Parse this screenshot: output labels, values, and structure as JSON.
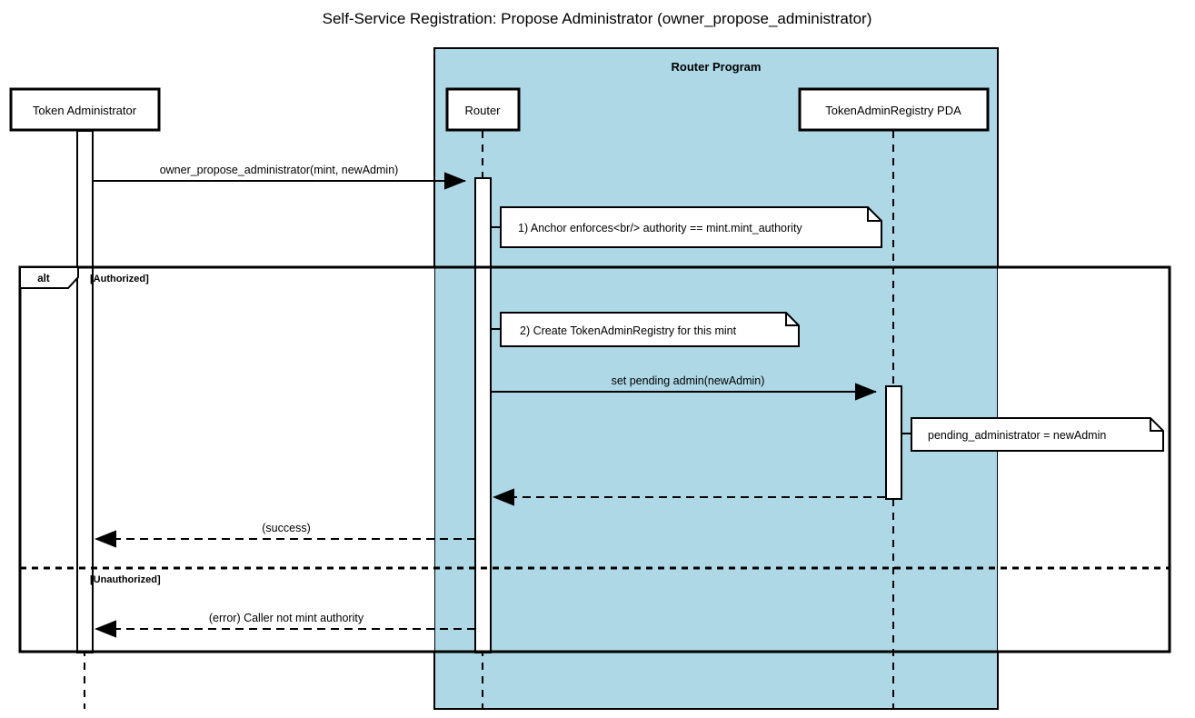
{
  "diagram": {
    "kind": "sequence-diagram",
    "title": "Self-Service Registration: Propose Administrator (owner_propose_administrator)",
    "colors": {
      "group_fill": "#aed8e6",
      "stroke": "#000000",
      "note_fill": "#ffffff",
      "participant_fill": "#ffffff",
      "page_background": "#ffffff"
    },
    "group_box": {
      "title": "Router Program",
      "fill": "#aed8e6"
    },
    "participants": [
      {
        "id": "tokenadmin",
        "label": "Token Administrator",
        "in_group": false
      },
      {
        "id": "router",
        "label": "Router",
        "in_group": true
      },
      {
        "id": "pda",
        "label": "TokenAdminRegistry PDA",
        "in_group": true
      }
    ],
    "messages": [
      {
        "id": "m1",
        "label": "owner_propose_administrator(mint, newAdmin)",
        "from": "tokenadmin",
        "to": "router",
        "style": "solid",
        "arrow": "filled"
      },
      {
        "id": "m2",
        "label": "set pending admin(newAdmin)",
        "from": "router",
        "to": "pda",
        "style": "solid",
        "arrow": "filled"
      },
      {
        "id": "m3",
        "label": "",
        "from": "pda",
        "to": "router",
        "style": "dashed",
        "arrow": "filled"
      },
      {
        "id": "m4",
        "label": "(success)",
        "from": "router",
        "to": "tokenadmin",
        "style": "dashed",
        "arrow": "filled"
      },
      {
        "id": "m5",
        "label": "(error) Caller not mint authority",
        "from": "router",
        "to": "tokenadmin",
        "style": "dashed",
        "arrow": "filled"
      }
    ],
    "notes": [
      {
        "id": "n1",
        "text": "1) Anchor enforces<br/> authority == mint.mint_authority",
        "anchor": "router",
        "side": "right"
      },
      {
        "id": "n2",
        "text": "2) Create TokenAdminRegistry for this mint",
        "anchor": "router",
        "side": "right"
      },
      {
        "id": "n3",
        "text": "pending_administrator = newAdmin",
        "anchor": "pda",
        "side": "right"
      }
    ],
    "fragment": {
      "operator": "alt",
      "sections": [
        {
          "guard": "[Authorized]"
        },
        {
          "guard": "[Unauthorized]"
        }
      ]
    }
  }
}
